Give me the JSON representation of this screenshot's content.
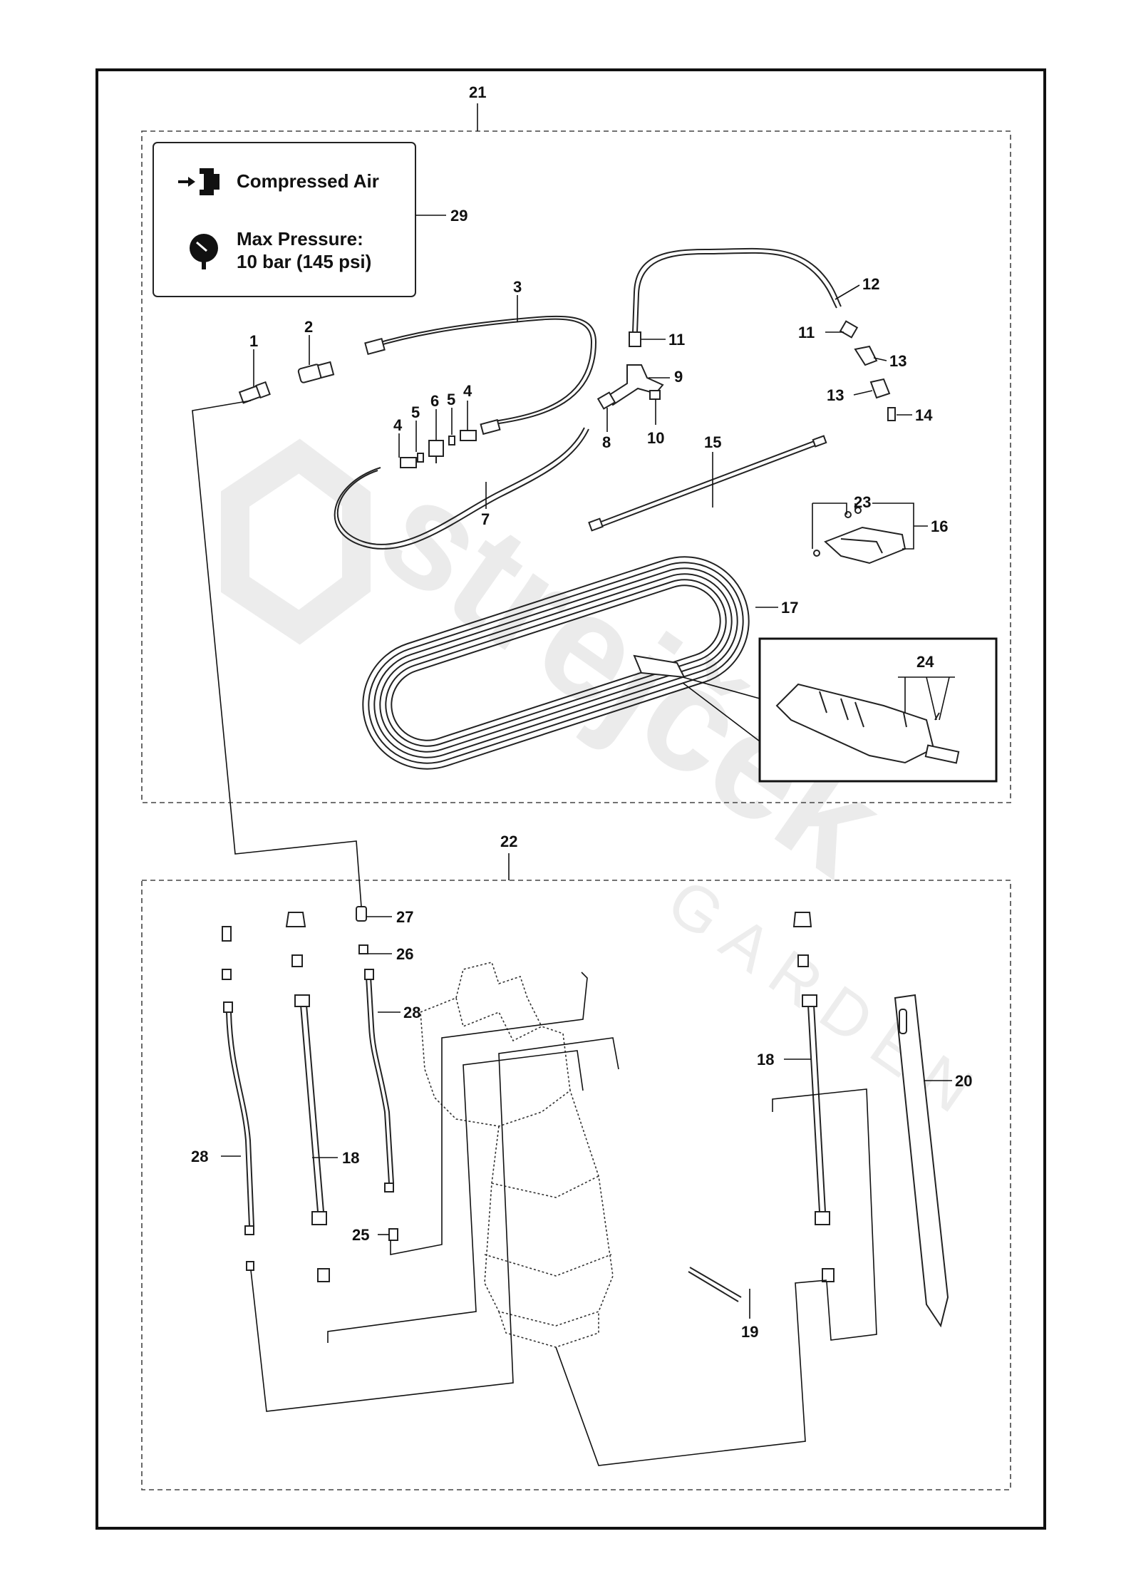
{
  "legend": {
    "line1": "Compressed Air",
    "line2": "Max Pressure:",
    "line3": "10 bar (145 psi)",
    "icons": [
      "compressed-air-icon",
      "pressure-gauge-icon"
    ]
  },
  "watermark": {
    "brand": "strejček",
    "sub": "GARDEN"
  },
  "callouts": {
    "c21": "21",
    "c22": "22",
    "c29": "29",
    "c1": "1",
    "c2": "2",
    "c3": "3",
    "c4a": "4",
    "c5a": "5",
    "c6": "6",
    "c5b": "5",
    "c4b": "4",
    "c7": "7",
    "c8": "8",
    "c9": "9",
    "c10": "10",
    "c11a": "11",
    "c11b": "11",
    "c12": "12",
    "c13a": "13",
    "c13b": "13",
    "c14": "14",
    "c15": "15",
    "c16": "16",
    "c17": "17",
    "c23": "23",
    "c24": "24",
    "c27": "27",
    "c26": "26",
    "c28a": "28",
    "c28b": "28",
    "c18a": "18",
    "c18b": "18",
    "c25": "25",
    "c19": "19",
    "c20": "20"
  }
}
